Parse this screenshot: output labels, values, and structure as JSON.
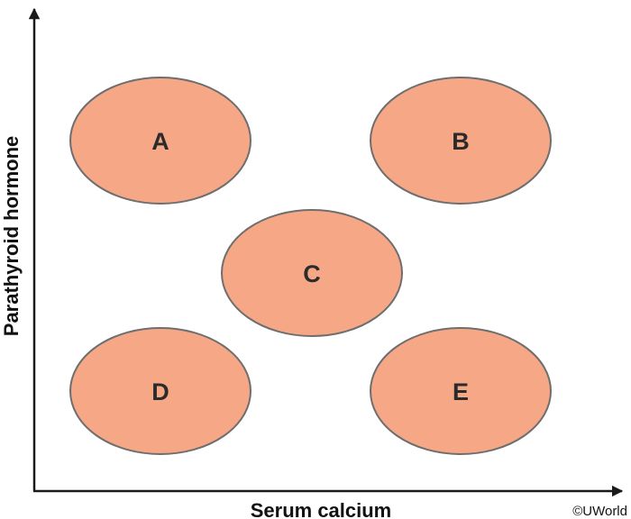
{
  "axes": {
    "x_label": "Serum calcium",
    "y_label": "Parathyroid hormone"
  },
  "regions": [
    {
      "label": "A",
      "serum_calcium": "low",
      "parathyroid_hormone": "high"
    },
    {
      "label": "B",
      "serum_calcium": "high",
      "parathyroid_hormone": "high"
    },
    {
      "label": "C",
      "serum_calcium": "normal",
      "parathyroid_hormone": "normal"
    },
    {
      "label": "D",
      "serum_calcium": "low",
      "parathyroid_hormone": "low"
    },
    {
      "label": "E",
      "serum_calcium": "high",
      "parathyroid_hormone": "low"
    }
  ],
  "credit": "©UWorld",
  "colors": {
    "ellipse_fill": "#f6a886",
    "ellipse_stroke": "#6e6e6e",
    "axis": "#1a1a1a"
  }
}
